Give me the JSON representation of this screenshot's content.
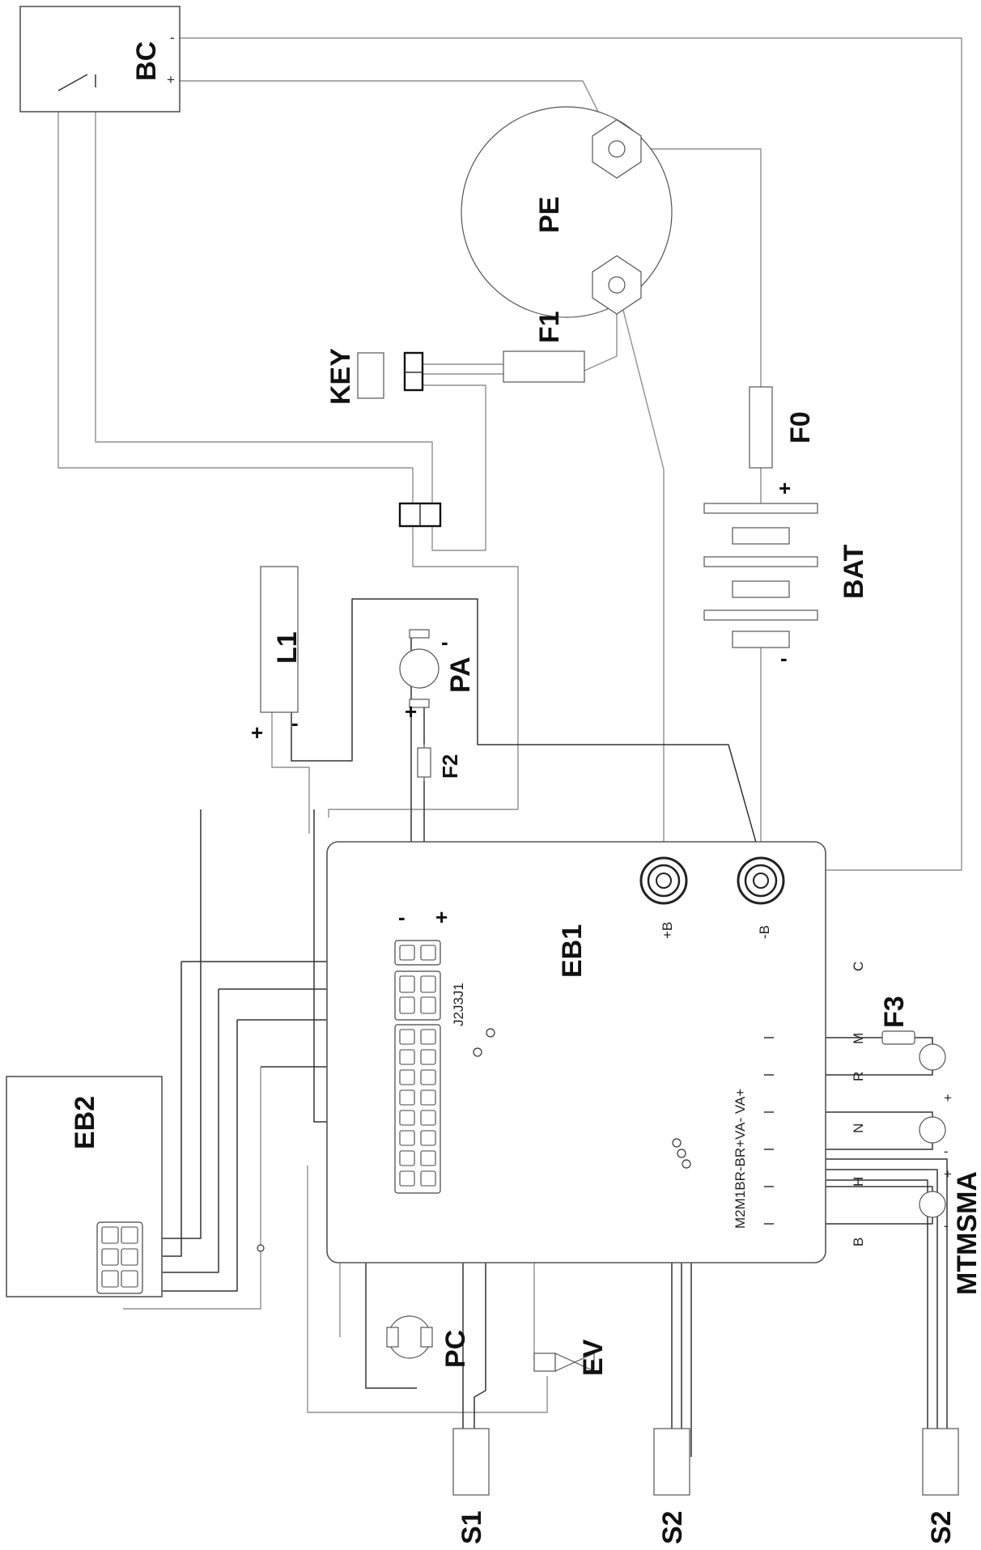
{
  "labels": {
    "bc": "BC",
    "pe": "PE",
    "key": "KEY",
    "f1": "F1",
    "f0": "F0",
    "bat": "BAT",
    "l1": "L1",
    "pa": "PA",
    "f2": "F2",
    "eb1": "EB1",
    "eb2": "EB2",
    "f3": "F3",
    "mtmsma": "MTMSMA",
    "pc": "PC",
    "ev": "EV",
    "s1": "S1",
    "s2a": "S2",
    "s2b": "S2",
    "j2j3j1": "J2J3J1",
    "terminal_pos": "+B",
    "terminal_neg": "-B",
    "terminal_codes": "M2M1BR-BR+VA- VA+",
    "letter_c": "C",
    "letter_m": "M",
    "letter_r": "R",
    "letter_n": "N",
    "letter_h": "H",
    "letter_b": "B"
  },
  "polarity": {
    "bc_minus": "-",
    "bc_plus": "+",
    "bat_plus": "+",
    "bat_minus": "-",
    "l1_plus": "+",
    "l1_minus": "-",
    "pa_plus": "+",
    "pa_minus": "-",
    "j_minus": "-",
    "j_plus": "+"
  },
  "colors": {
    "wire": "#333333",
    "wire_light": "#8f8f8f",
    "outline": "#555555",
    "text": "#111111",
    "background": "#ffffff"
  }
}
